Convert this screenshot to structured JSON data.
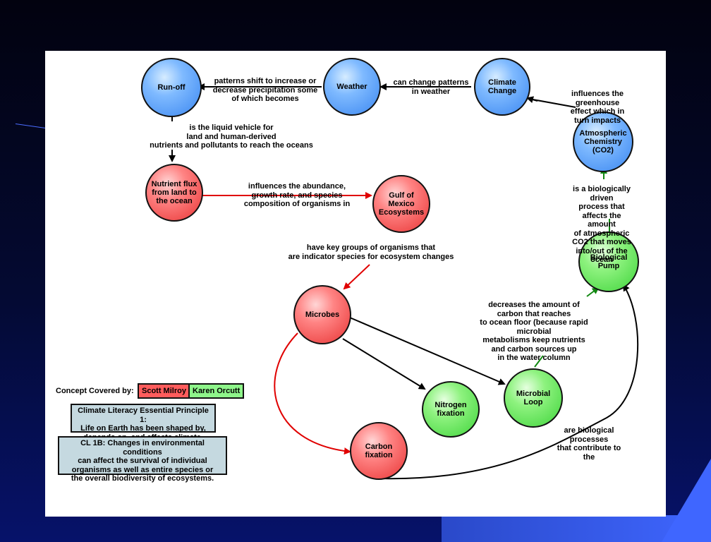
{
  "colors": {
    "blue": "#3a86f0",
    "red": "#e83434",
    "green": "#3fd43b",
    "legend_box": "#c5d9e0"
  },
  "nodes": {
    "runoff": "Run-off",
    "weather": "Weather",
    "climate_change": "Climate\nChange",
    "atmospheric_chemistry": "Atmospheric\nChemistry\n(CO2)",
    "nutrient_flux": "Nutrient flux\nfrom land to\nthe ocean",
    "gulf": "Gulf of\nMexico\nEcosystems",
    "biological_pump": "Biological\nPump",
    "microbes": "Microbes",
    "nitrogen_fixation": "Nitrogen\nfixation",
    "microbial_loop": "Microbial\nLoop",
    "carbon_fixation": "Carbon\nfixation"
  },
  "links": {
    "weather_to_runoff": "patterns shift to increase or\ndecrease precipitation some\nof which becomes",
    "climate_to_weather": "can change patterns\nin weather",
    "atmos_to_climate": "influences the greenhouse\neffect which in turn impacts",
    "runoff_to_nutrient": "is the liquid vehicle for\nland and human-derived\nnutrients and pollutants to reach the oceans",
    "nutrient_to_gulf": "influences the abundance,\ngrowth rate, and species\ncomposition of organisms in",
    "pump_to_atmos": "is a biologically driven\nprocess that affects the amount\nof atmospheric CO2 that moves\ninto/out of the ocean",
    "gulf_to_microbes": "have key groups of organisms that\nare indicator species for ecosystem changes",
    "loop_to_pump": "decreases the amount of\ncarbon that reaches\nto ocean floor (because rapid microbial\nmetabolisms keep nutrients\nand carbon sources up\nin the water column",
    "processes_to_pump": "are biological processes\nthat contribute to the"
  },
  "legend": {
    "title": "Concept Covered by:",
    "author_red": "Scott Milroy",
    "author_green": "Karen Orcutt",
    "principle": "Climate Literacy Essential Principle 1:\nLife on Earth has been shaped by,\ndepends on, and affects climate.",
    "concept": "CL 1B: Changes in environmental conditions\ncan affect the  survival of individual\norganisms as well as entire species or\nthe overall biodiversity of ecosystems."
  }
}
